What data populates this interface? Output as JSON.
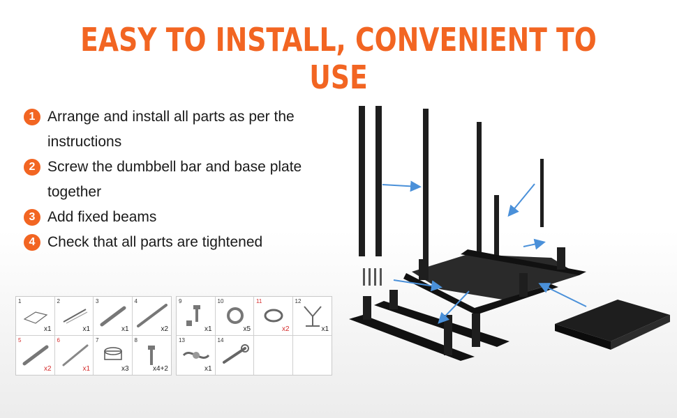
{
  "title": "EASY TO INSTALL, CONVENIENT TO USE",
  "steps": [
    {
      "num": "1",
      "text": "Arrange and install all parts as per the instructions"
    },
    {
      "num": "2",
      "text": "Screw the dumbbell bar and base plate together"
    },
    {
      "num": "3",
      "text": "Add fixed beams"
    },
    {
      "num": "4",
      "text": "Check that all parts are tightened"
    }
  ],
  "parts_left": [
    {
      "no": "1",
      "qty": "x1",
      "icon": "plate-icon",
      "red": false
    },
    {
      "no": "2",
      "qty": "x1",
      "icon": "bracket-icon",
      "red": false
    },
    {
      "no": "3",
      "qty": "x1",
      "icon": "tube-icon",
      "red": false
    },
    {
      "no": "4",
      "qty": "x2",
      "icon": "long-tube-icon",
      "red": false
    },
    {
      "no": "5",
      "qty": "x2",
      "icon": "tube-icon",
      "red": true
    },
    {
      "no": "6",
      "qty": "x1",
      "icon": "rod-icon",
      "red": true
    },
    {
      "no": "7",
      "qty": "x3",
      "icon": "cap-icon",
      "red": false
    },
    {
      "no": "8",
      "qty": "x4+2",
      "icon": "bolt-icon",
      "red": false
    }
  ],
  "parts_right": [
    {
      "no": "9",
      "qty": "x1",
      "icon": "bolt-nut-icon",
      "red": false
    },
    {
      "no": "10",
      "qty": "x5",
      "icon": "washer-icon",
      "red": false
    },
    {
      "no": "11",
      "qty": "x2",
      "icon": "ring-icon",
      "red": true
    },
    {
      "no": "12",
      "qty": "x1",
      "icon": "harness-icon",
      "red": false
    },
    {
      "no": "13",
      "qty": "x1",
      "icon": "strap-icon",
      "red": false
    },
    {
      "no": "14",
      "qty": "",
      "icon": "wrench-icon",
      "red": false
    },
    {
      "no": "",
      "qty": "",
      "icon": "",
      "red": false
    },
    {
      "no": "",
      "qty": "",
      "icon": "",
      "red": false
    }
  ],
  "colors": {
    "accent": "#f26522",
    "arrow": "#4a90d9",
    "metal": "#1e1e1e"
  }
}
